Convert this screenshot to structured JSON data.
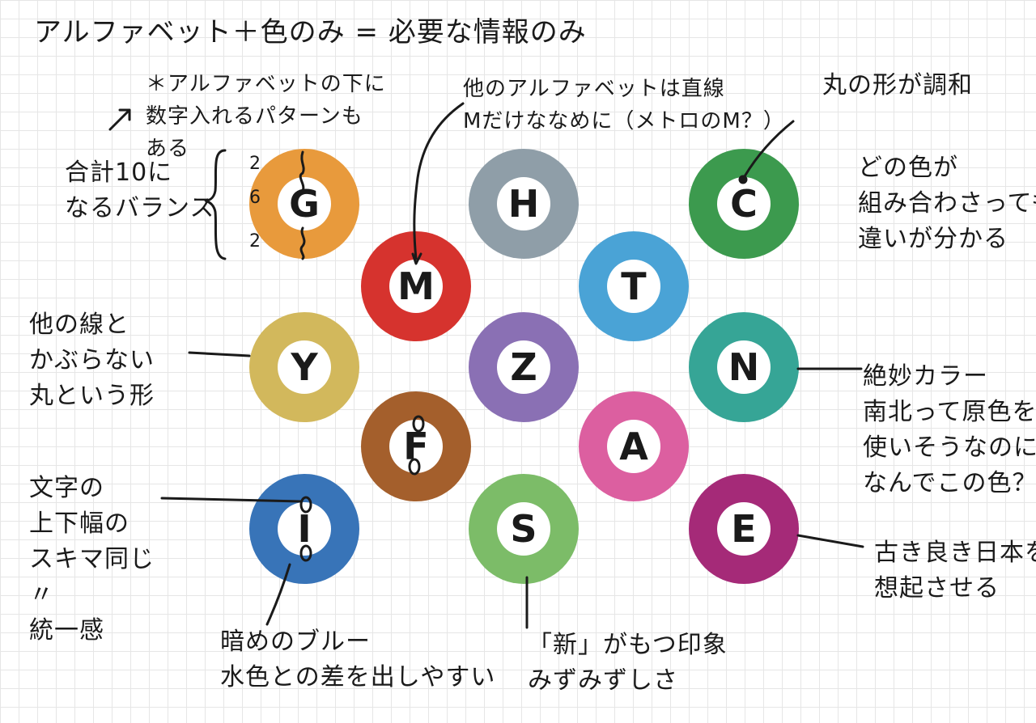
{
  "title": "アルファベット＋色のみ = 必要な情報のみ",
  "circles": [
    {
      "letter": "G",
      "color": "#e89a3c"
    },
    {
      "letter": "H",
      "color": "#8f9ea8"
    },
    {
      "letter": "C",
      "color": "#3c9a4e"
    },
    {
      "letter": "M",
      "color": "#d6332e"
    },
    {
      "letter": "T",
      "color": "#4aa3d6"
    },
    {
      "letter": "Y",
      "color": "#d2b85c"
    },
    {
      "letter": "Z",
      "color": "#8a70b4"
    },
    {
      "letter": "N",
      "color": "#36a596"
    },
    {
      "letter": "F",
      "color": "#a45f2c"
    },
    {
      "letter": "A",
      "color": "#dc5fa0"
    },
    {
      "letter": "I",
      "color": "#3874b8"
    },
    {
      "letter": "S",
      "color": "#7cbc68"
    },
    {
      "letter": "E",
      "color": "#a52a78"
    }
  ],
  "annotations": {
    "digit_note": "＊アルファベットの下に\n数字入れるパターンも\nある",
    "balance": "合計10に\nなるバランス",
    "numbers": [
      "2",
      "6",
      "2"
    ],
    "m_note": "他のアルファベットは直線\nMだけななめに（メトロのM？）",
    "c_note": "丸の形が調和",
    "colors_note": "どの色が\n組み合わさっても\n違いが分かる",
    "y_note": "他の線と\nかぶらない\n丸という形",
    "n_note": "絶妙カラー\n南北って原色を\n使いそうなのに\nなんでこの色？",
    "spacing_note": "文字の\n上下幅の\nスキマ同じ\n〃\n統一感",
    "e_note": "古き良き日本を\n想起させる",
    "blue_note": "暗めのブルー\n水色との差を出しやすい",
    "s_note": "「新」がもつ印象\nみずみずしさ"
  }
}
